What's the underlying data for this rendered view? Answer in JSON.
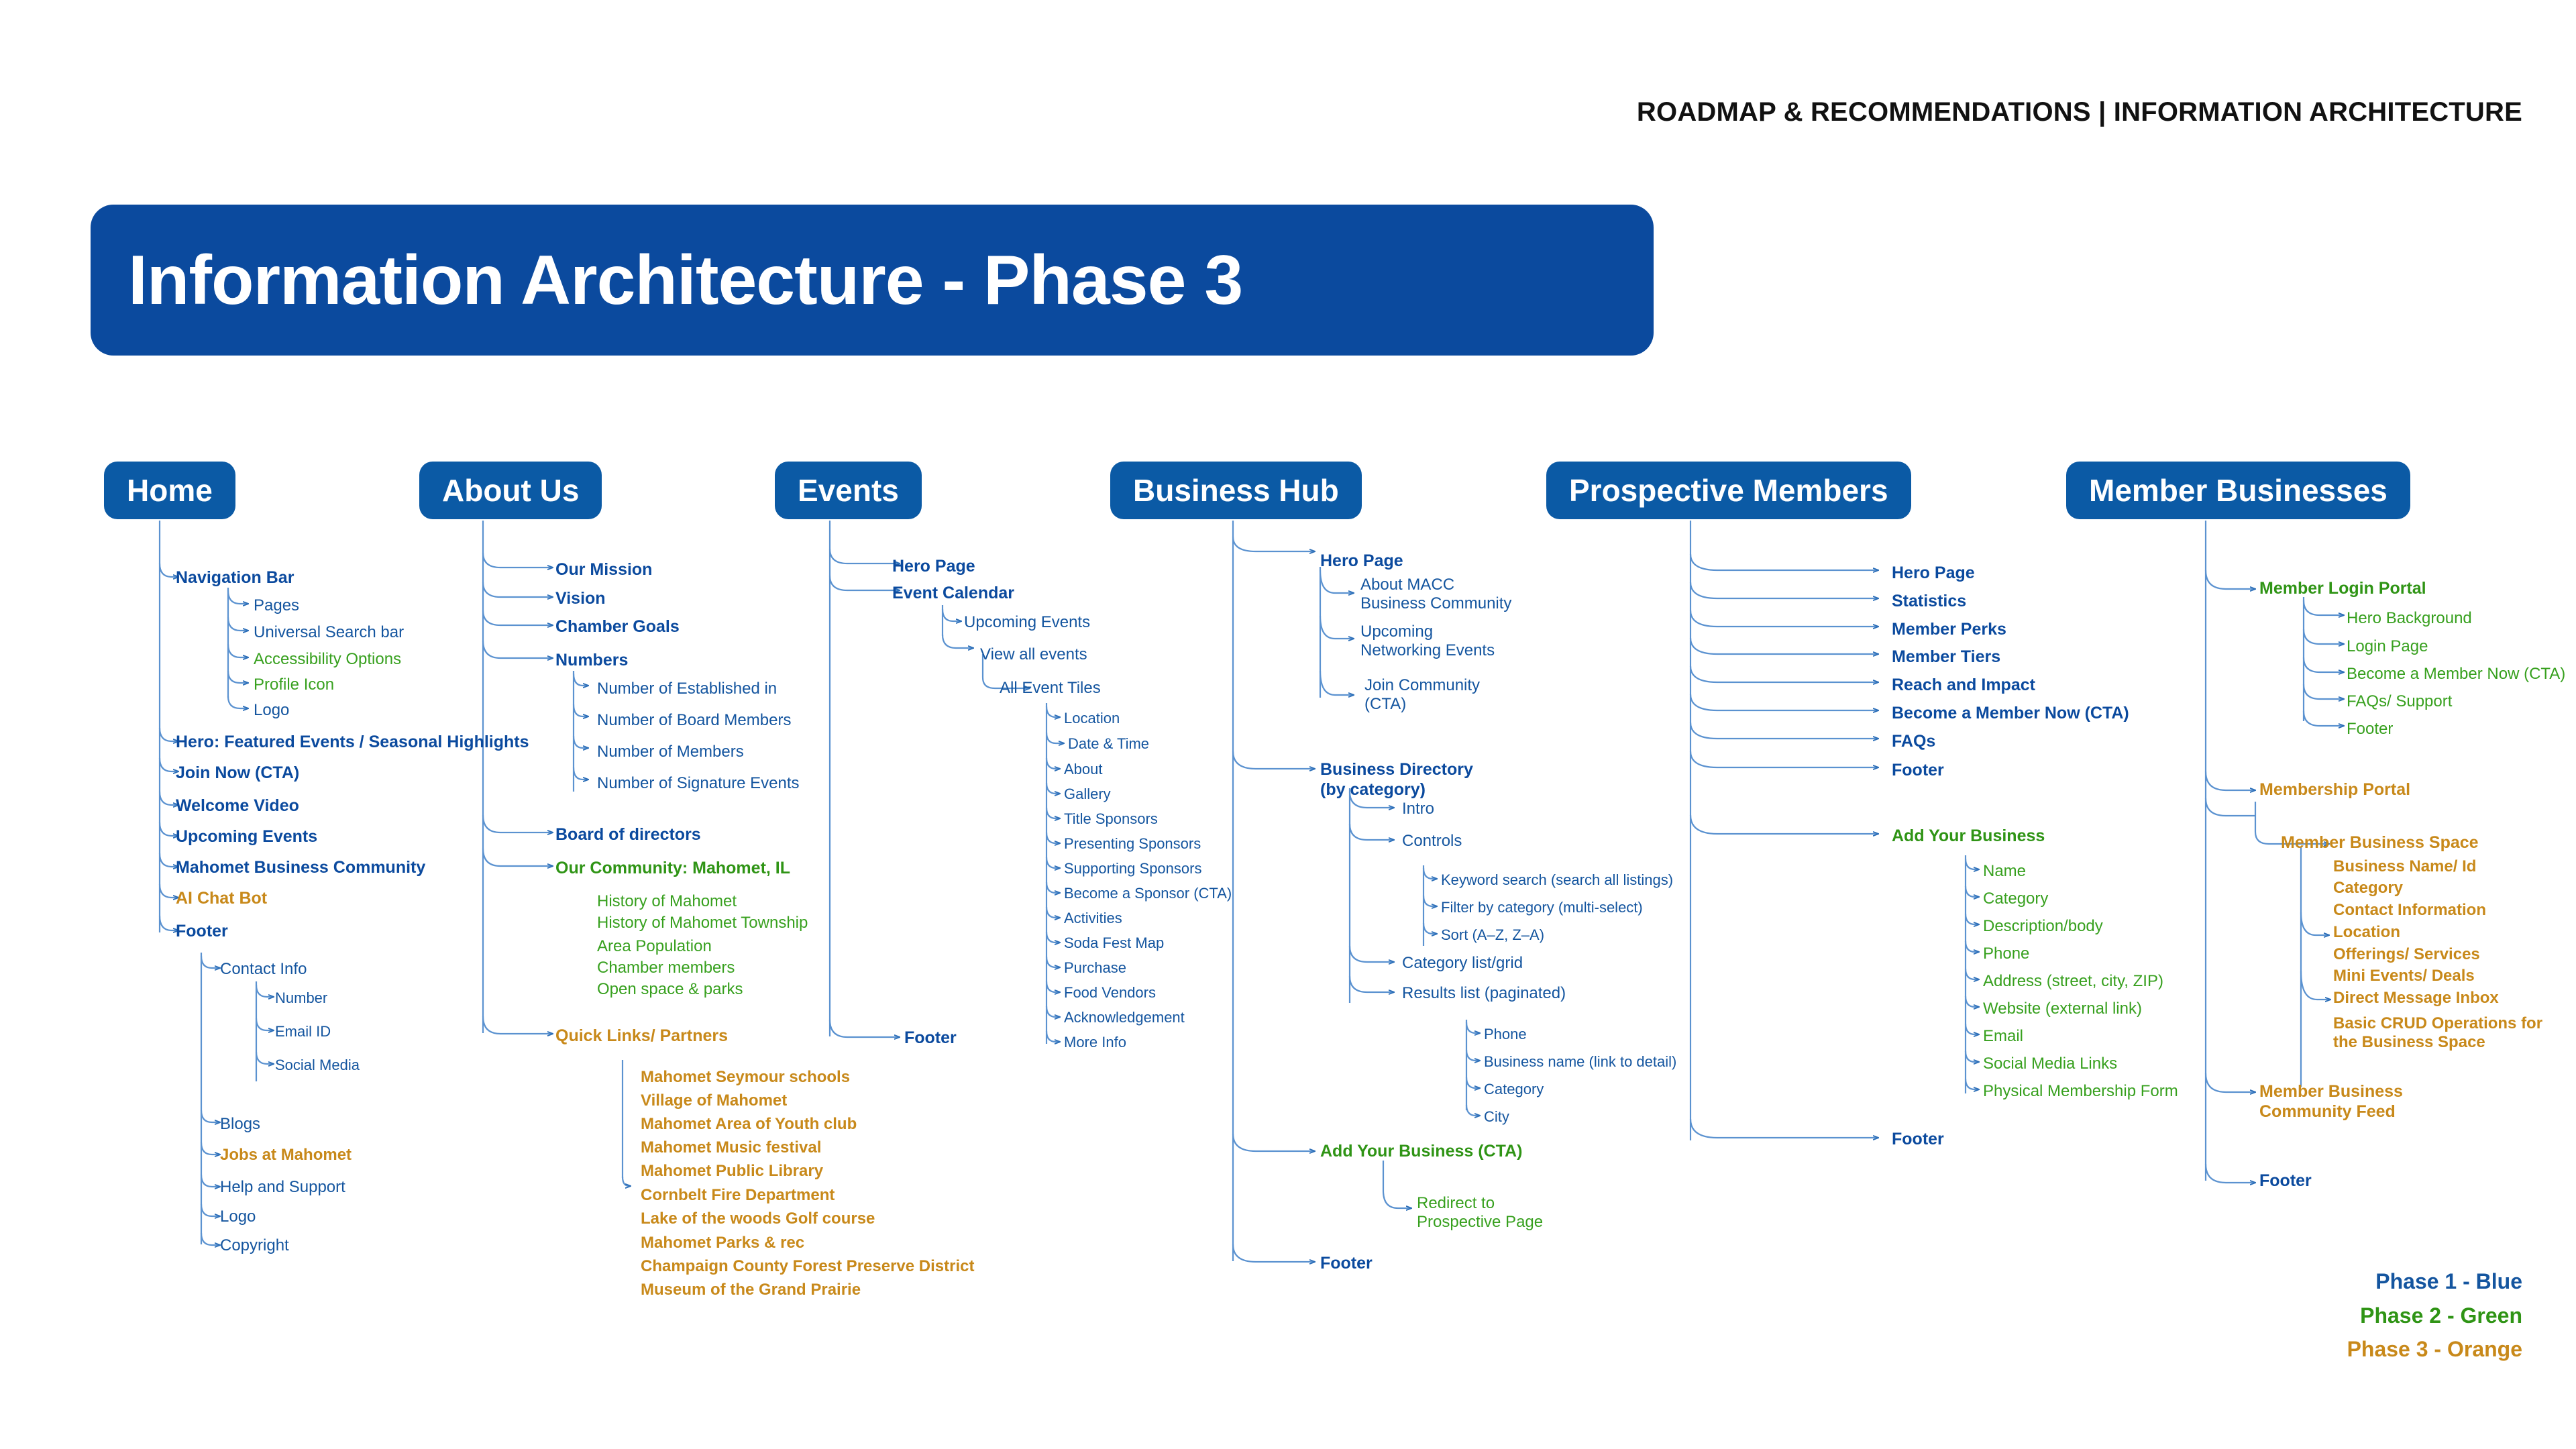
{
  "header": {
    "kicker": "ROADMAP & RECOMMENDATIONS | INFORMATION ARCHITECTURE",
    "title": "Information Architecture - Phase 3"
  },
  "legend": {
    "items": [
      {
        "label": "Phase 1 - Blue",
        "color": "#14559f"
      },
      {
        "label": "Phase 2 - Green",
        "color": "#2f9415"
      },
      {
        "label": "Phase 3 - Orange",
        "color": "#c8891a"
      }
    ]
  },
  "colors": {
    "phase1_blue": "#14559f",
    "phase2_green": "#2f9415",
    "phase3_orange": "#c8891a",
    "banner_blue": "#0b4a9e",
    "pill_blue": "#0b5aa5",
    "wire_blue": "#5b92d0"
  },
  "columns": {
    "home": {
      "title": "Home",
      "l1": [
        "Navigation Bar",
        "Hero: Featured Events / Seasonal Highlights",
        "Join Now (CTA)",
        "Welcome Video",
        "Upcoming Events",
        "Mahomet Business Community",
        "AI Chat Bot",
        "Footer"
      ],
      "nav_children": [
        "Pages",
        "Universal Search bar",
        "Accessibility Options",
        "Profile Icon",
        "Logo"
      ],
      "footer_children": [
        "Contact Info",
        "Blogs",
        "Jobs at Mahomet",
        "Help and Support",
        "Logo",
        "Copyright"
      ],
      "contact_children": [
        "Number",
        "Email ID",
        "Social Media"
      ]
    },
    "about": {
      "title": "About Us",
      "l1": [
        "Our Mission",
        "Vision",
        "Chamber Goals",
        "Numbers",
        "Board of directors",
        "Our Community: Mahomet, IL",
        "Quick Links/ Partners"
      ],
      "numbers_children": [
        "Number of Established in",
        "Number of Board Members",
        "Number of Members",
        "Number of Signature Events"
      ],
      "community_children": [
        "History of Mahomet",
        "History of Mahomet Township",
        "Area Population",
        "Chamber members",
        "Open space & parks"
      ],
      "partners_children": [
        "Mahomet Seymour schools",
        "Village of Mahomet",
        "Mahomet Area of Youth club",
        "Mahomet Music festival",
        "Mahomet Public Library",
        "Cornbelt Fire Department",
        "Lake of the woods Golf course",
        "Mahomet Parks & rec",
        "Champaign County Forest Preserve District",
        "Museum of the Grand Prairie"
      ]
    },
    "events": {
      "title": "Events",
      "l1": [
        "Hero Page",
        "Event Calendar",
        "Footer"
      ],
      "calendar_children": [
        "Upcoming Events",
        "View all events",
        "All Event Tiles"
      ],
      "tile_children": [
        "Location",
        "Date & Time",
        "About",
        "Gallery",
        "Title Sponsors",
        "Presenting Sponsors",
        "Supporting Sponsors",
        "Become a Sponsor (CTA)",
        "Activities",
        "Soda Fest Map",
        "Purchase",
        "Food Vendors",
        "Acknowledgement",
        "More Info"
      ]
    },
    "business_hub": {
      "title": "Business Hub",
      "l1": [
        "Hero Page",
        "Business Directory\n(by category)",
        "Add Your Business (CTA)",
        "Footer"
      ],
      "hero_children": [
        "About MACC\nBusiness Community",
        "Upcoming\nNetworking Events",
        "Join Community\n(CTA)"
      ],
      "directory_children": [
        "Intro",
        "Controls",
        "Category list/grid",
        "Results list (paginated)"
      ],
      "controls_children": [
        "Keyword search (search all listings)",
        "Filter by category (multi-select)",
        "Sort (A–Z, Z–A)"
      ],
      "results_children": [
        "Phone",
        "Business name (link to detail)",
        "Category",
        "City"
      ],
      "cta_children": [
        "Redirect to\nProspective Page"
      ]
    },
    "prospective": {
      "title": "Prospective Members",
      "l1": [
        "Hero Page",
        "Statistics",
        "Member Perks",
        "Member Tiers",
        "Reach and Impact",
        "Become a Member Now (CTA)",
        "FAQs",
        "Footer",
        "Add Your Business",
        "Footer"
      ],
      "add_business_children": [
        "Name",
        "Category",
        "Description/body",
        "Phone",
        "Address (street, city, ZIP)",
        "Website (external link)",
        "Email",
        "Social Media Links",
        "Physical Membership Form"
      ]
    },
    "member_businesses": {
      "title": "Member Businesses",
      "l1": [
        "Member Login Portal",
        "Membership Portal",
        "Footer"
      ],
      "login_children": [
        "Hero Background",
        "Login Page",
        "Become a Member Now (CTA)",
        "FAQs/ Support",
        "Footer"
      ],
      "portal_children": [
        "Member Business Space",
        "Member Business\nCommunity Feed"
      ],
      "space_children": [
        "Business Name/ Id",
        "Category",
        "Contact Information",
        "Location",
        "Offerings/ Services",
        "Mini Events/ Deals",
        "Direct Message Inbox",
        "Basic CRUD Operations for\nthe Business Space"
      ]
    }
  }
}
